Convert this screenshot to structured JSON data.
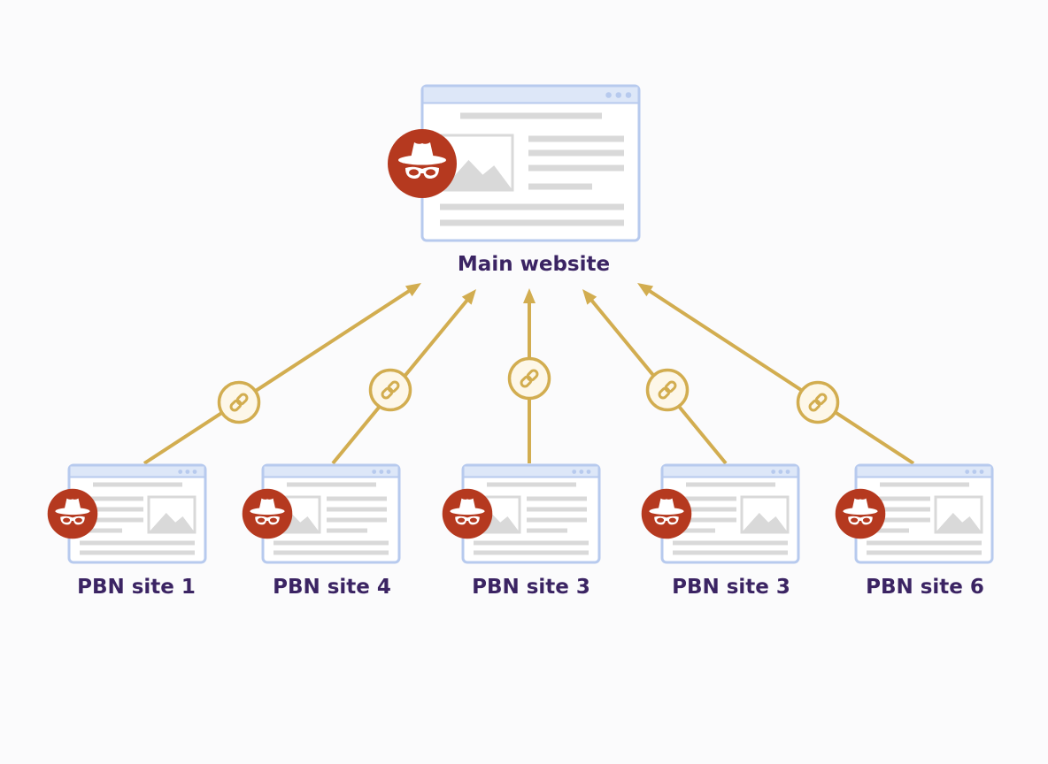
{
  "main_site": {
    "label": "Main website",
    "icon": "incognito-spy-icon"
  },
  "pbn_sites": [
    {
      "label": "PBN site 1",
      "variant": "image-right"
    },
    {
      "label": "PBN site 4",
      "variant": "image-left"
    },
    {
      "label": "PBN site 3",
      "variant": "image-left"
    },
    {
      "label": "PBN site 3",
      "variant": "image-right"
    },
    {
      "label": "PBN site 6",
      "variant": "image-right"
    }
  ],
  "icons": {
    "site_badge": "incognito-spy-icon",
    "link_badge": "chain-link-icon",
    "arrow": "arrow-up-icon"
  },
  "colors": {
    "badge": "#b5391f",
    "arrow": "#d2ad50",
    "window_border": "#b7caee",
    "window_bar": "#dde7f8",
    "placeholder": "#d9d9d9",
    "label_text": "#3b2463"
  }
}
